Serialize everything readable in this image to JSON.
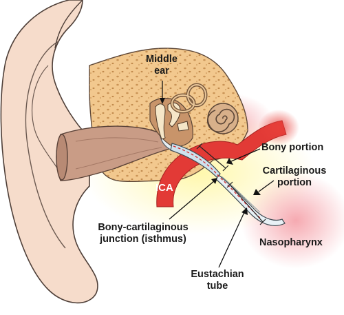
{
  "figure": {
    "labels": {
      "middle_ear_line1": "Middle",
      "middle_ear_line2": "ear",
      "bony_portion": "Bony portion",
      "cartilaginous_line1": "Cartilaginous",
      "cartilaginous_line2": "portion",
      "ica": "ICA",
      "isthmus_line1": "Bony-cartilaginous",
      "isthmus_line2": "junction (isthmus)",
      "nasopharynx": "Nasopharynx",
      "eustachian_line1": "Eustachian",
      "eustachian_line2": "tube"
    },
    "colors": {
      "skin": "#f4ddc9",
      "skin_outline": "#5a4a42",
      "bone": "#f0c98c",
      "bone_pore": "#c9955a",
      "canal": "#c99c86",
      "artery": "#e03a3a",
      "inflamed": "#f7c2c2",
      "tube": "#d7e9f2",
      "yellow_glow": "#fff6b0",
      "cochlea": "#c9a07a"
    }
  }
}
